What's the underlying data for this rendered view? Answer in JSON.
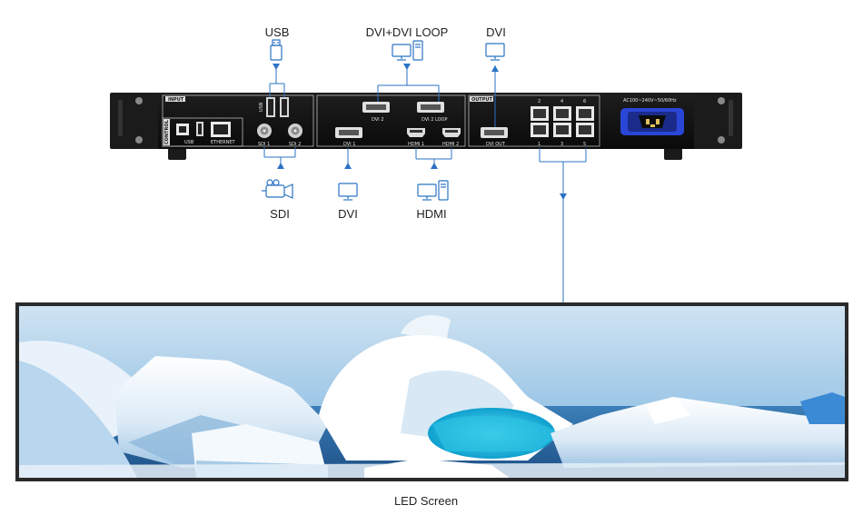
{
  "labels": {
    "usb": "USB",
    "dvi_loop": "DVI+DVI LOOP",
    "dvi_top": "DVI",
    "sdi": "SDI",
    "dvi_bottom": "DVI",
    "hdmi": "HDMI",
    "led_screen": "LED Screen"
  },
  "panel": {
    "input": "INPUT",
    "output": "OUTPUT",
    "control": "CONTROL",
    "usb_small": "USB",
    "usb_port": "USB",
    "ethernet": "ETHERNET",
    "sdi1": "SDI 1",
    "sdi2": "SDI 2",
    "dvi1": "DVI 1",
    "dvi2": "DVI 2",
    "dvi2_loop": "DVI 2 LOOP",
    "hdmi1": "HDMI 1",
    "hdmi2": "HDMI 2",
    "dvi_out": "DVI OUT",
    "power": "AC100~240V~50/60Hz",
    "port_top": [
      "2",
      "4",
      "6"
    ],
    "port_bottom": [
      "1",
      "3",
      "5"
    ]
  },
  "colors": {
    "line": "#2b73c4",
    "panel": "#121212",
    "power": "#2a46d6"
  }
}
